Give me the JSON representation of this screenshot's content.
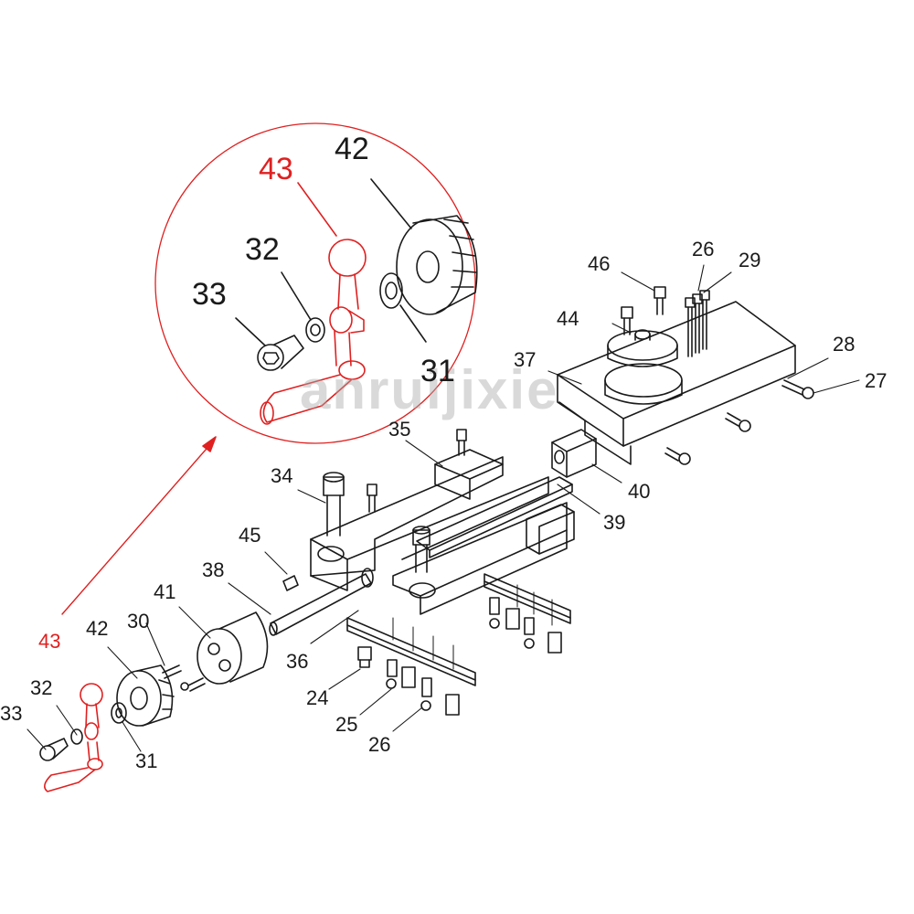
{
  "colors": {
    "line": "#1a1a1a",
    "highlight": "#e02020",
    "watermark": "#aaaaaa"
  },
  "watermark": "anruijixie",
  "callouts": {
    "zoom_43": "43",
    "zoom_42": "42",
    "zoom_32": "32",
    "zoom_33": "33",
    "zoom_31": "31",
    "p46": "46",
    "p26_top": "26",
    "p29": "29",
    "p44": "44",
    "p37": "37",
    "p28": "28",
    "p27": "27",
    "p35": "35",
    "p40": "40",
    "p39": "39",
    "p34": "34",
    "p45": "45",
    "p38": "38",
    "p41": "41",
    "p30": "30",
    "p42": "42",
    "p43": "43",
    "p32": "32",
    "p33": "33",
    "p31": "31",
    "p36": "36",
    "p24": "24",
    "p25": "25",
    "p26": "26"
  }
}
